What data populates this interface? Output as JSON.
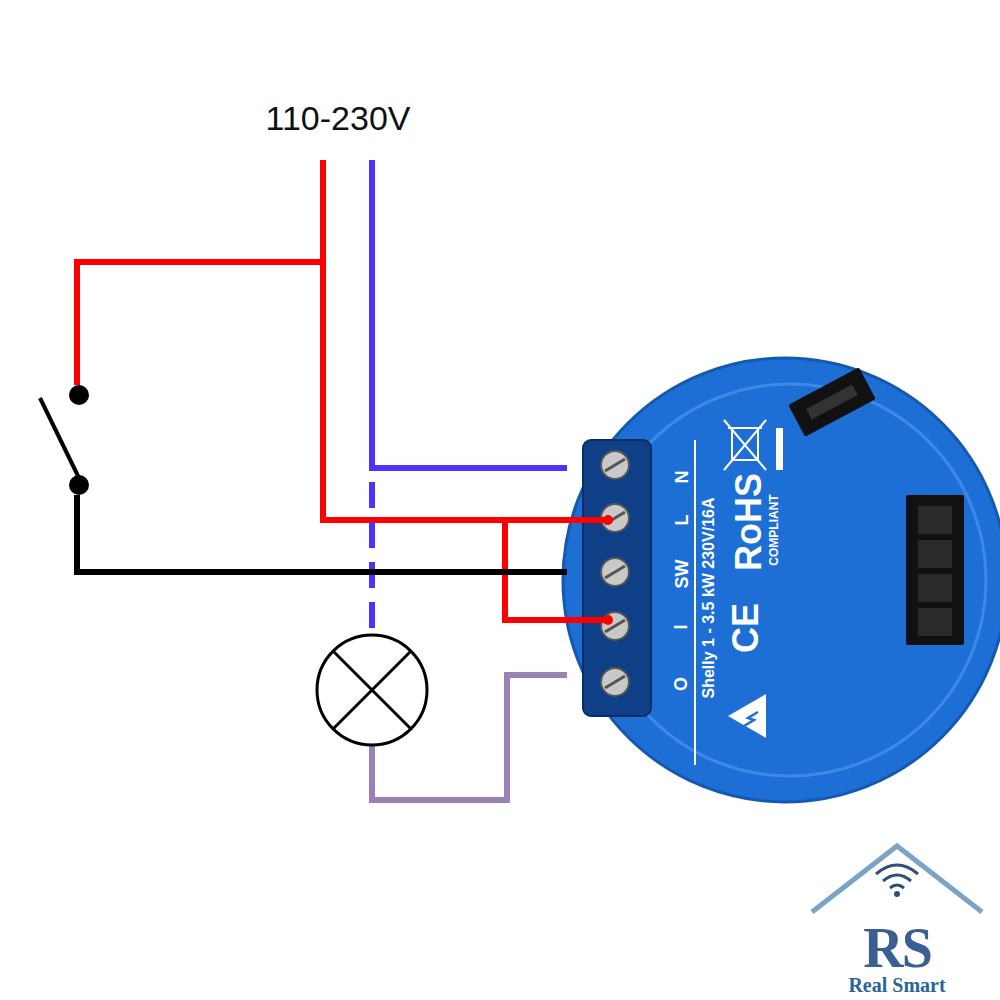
{
  "diagram": {
    "labels": [
      "110-230V",
      "N",
      "L",
      "SW",
      "I",
      "O",
      "Shelly 1 - 3.5 kW 230V/16A",
      "RoHS",
      "COMPLIANT",
      "CE",
      "RS",
      "Real Smart"
    ]
  }
}
